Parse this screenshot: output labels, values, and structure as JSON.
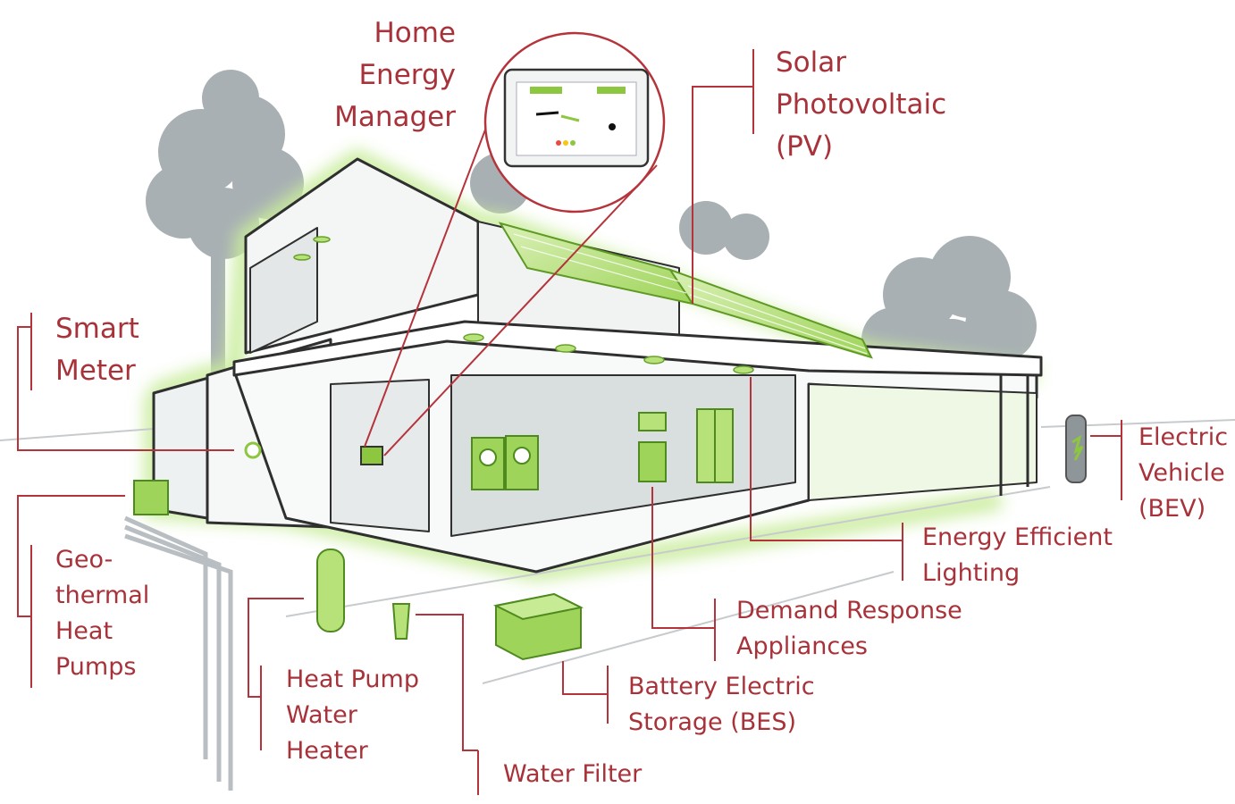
{
  "colors": {
    "label": "#a8323a",
    "leader_line": "#b5343c",
    "accent_green": "#8dc63f",
    "glow_green": "#c9ec9c",
    "tree_gray": "#9aa3a6",
    "house_outline": "#2f2f2f"
  },
  "labels": {
    "home_energy_manager": [
      "Home",
      "Energy",
      "Manager"
    ],
    "solar_pv": [
      "Solar",
      "Photovoltaic",
      "(PV)"
    ],
    "smart_meter": [
      "Smart",
      "Meter"
    ],
    "electric_vehicle": [
      "Electric",
      "Vehicle",
      "(BEV)"
    ],
    "energy_efficient_lighting": [
      "Energy Efficient",
      "Lighting"
    ],
    "demand_response": [
      "Demand Response",
      "Appliances"
    ],
    "battery_storage": [
      "Battery Electric",
      "Storage (BES)"
    ],
    "geothermal": [
      "Geo-",
      "thermal",
      "Heat",
      "Pumps"
    ],
    "heat_pump_water_heater": [
      "Heat Pump",
      "Water",
      "Heater"
    ],
    "water_filter": [
      "Water Filter"
    ]
  },
  "icons": {
    "smart_meter": "wireless-meter-icon",
    "hem_panel": "tablet-display-icon",
    "ev_charger": "charging-post-icon",
    "heat_pump": "outdoor-unit-icon",
    "water_heater": "cylinder-tank-icon",
    "water_filter": "filter-cartridge-icon",
    "battery": "battery-box-icon",
    "appliances": "washer-dryer-fridge-icon"
  }
}
